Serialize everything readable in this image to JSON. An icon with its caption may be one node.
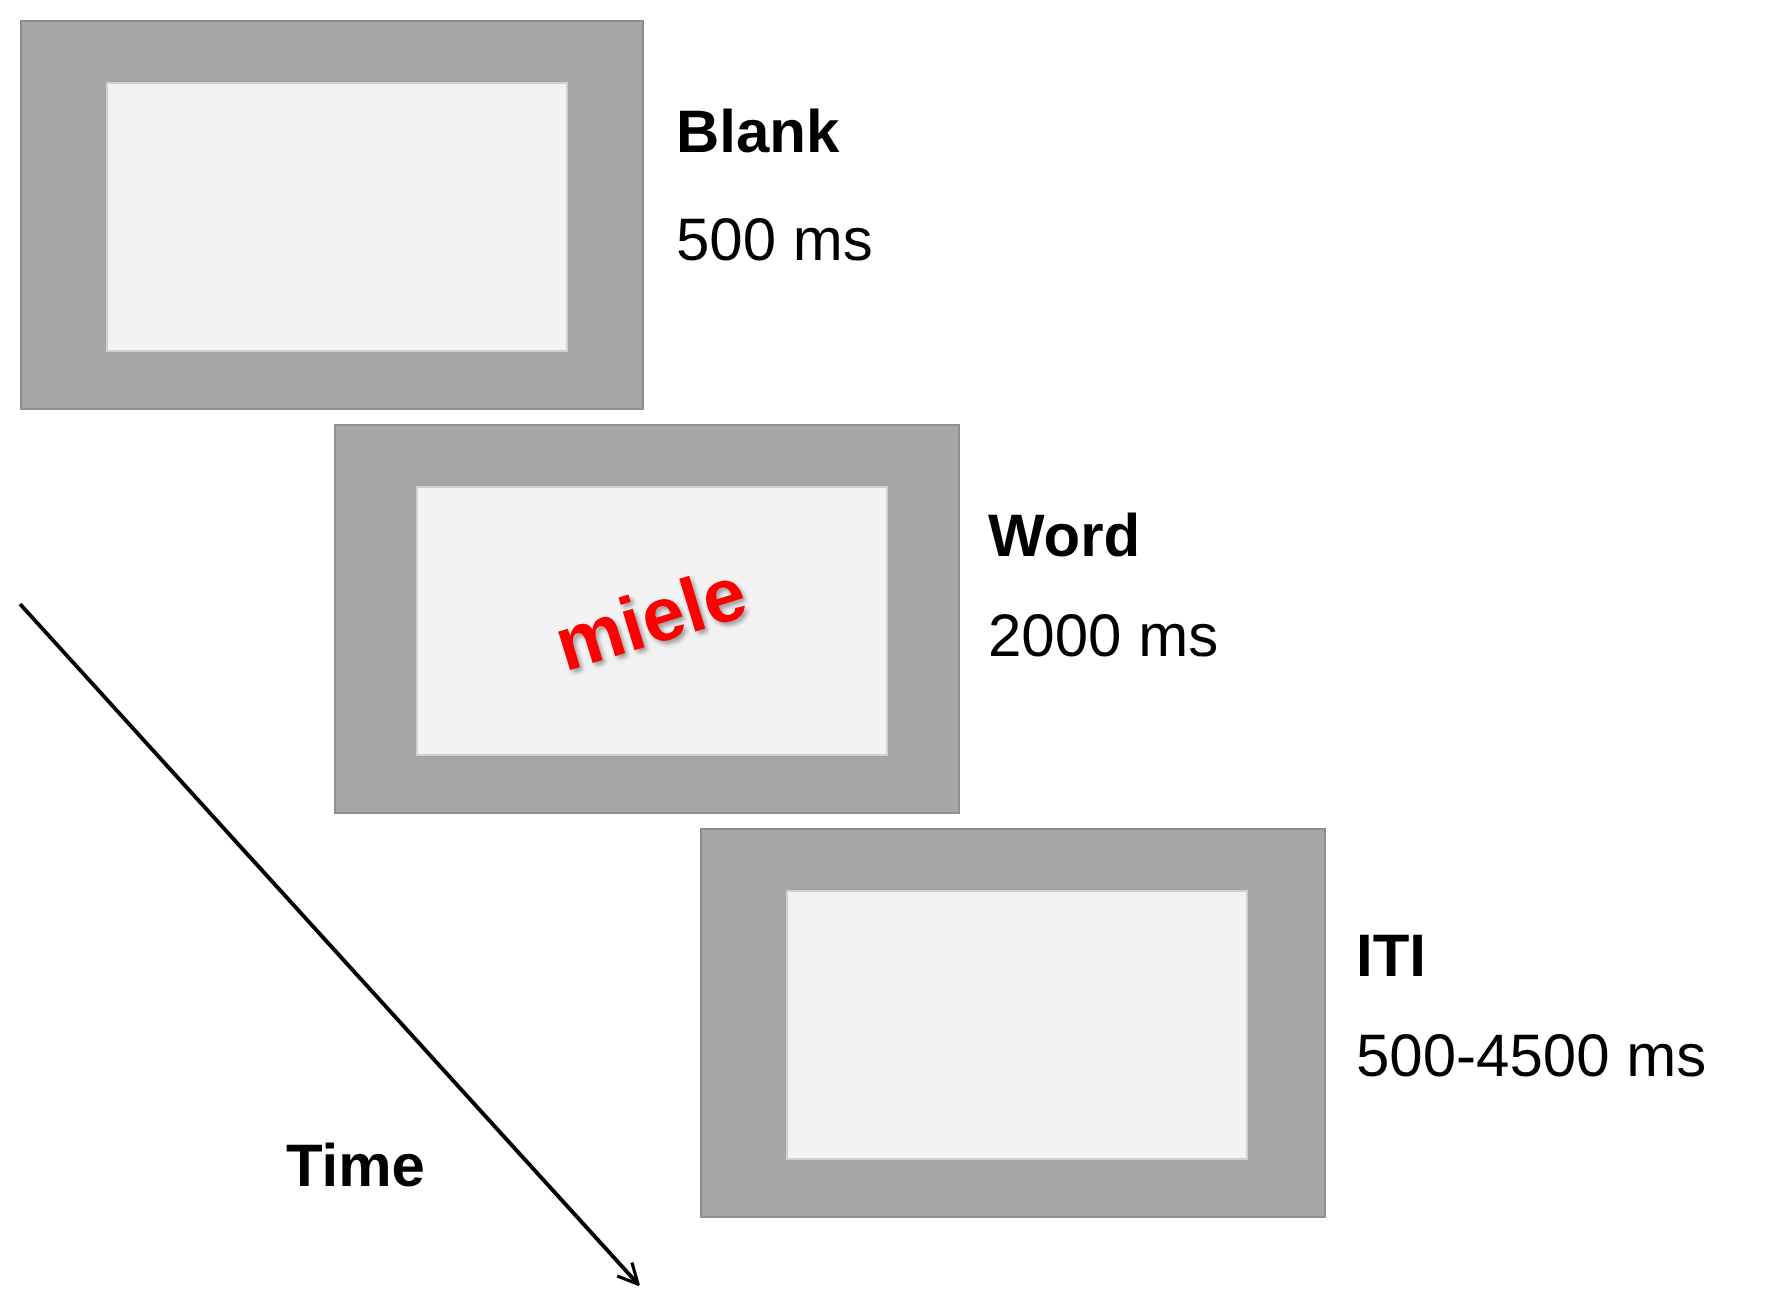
{
  "diagram": {
    "nodes": [
      {
        "text": [],
        "shape": "box",
        "beside": [
          "Blank",
          "500 ms"
        ]
      },
      {
        "text": [],
        "shape": "box",
        "in": 0
      },
      {
        "text": [],
        "shape": "box",
        "beside": [
          "Word",
          "2000 ms"
        ]
      },
      {
        "text": [
          "miele"
        ],
        "in": 2
      },
      {
        "text": [],
        "shape": "box",
        "beside": [
          "ITI",
          "500-4500 ms"
        ]
      },
      {
        "text": [],
        "shape": "box",
        "in": 4
      }
    ],
    "edges": [],
    "labels": [
      "Time"
    ]
  }
}
